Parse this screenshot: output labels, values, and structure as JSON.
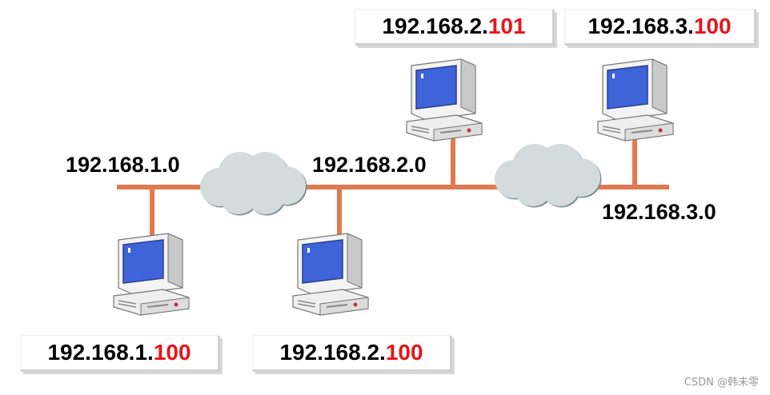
{
  "colors": {
    "line": "#e07a4f",
    "host_octet": "#e8141a",
    "cloud": "#d3dbdc",
    "monitor_screen": "#3f63d8"
  },
  "networks": {
    "net1": {
      "label": "192.168.1.0"
    },
    "net2": {
      "label": "192.168.2.0"
    },
    "net3": {
      "label": "192.168.3.0"
    }
  },
  "hosts": {
    "h1": {
      "prefix": "192.168.1.",
      "host": "100"
    },
    "h2": {
      "prefix": "192.168.2.",
      "host": "100"
    },
    "h3": {
      "prefix": "192.168.2.",
      "host": "101"
    },
    "h4": {
      "prefix": "192.168.3.",
      "host": "100"
    }
  },
  "watermark": "CSDN @韩未零"
}
